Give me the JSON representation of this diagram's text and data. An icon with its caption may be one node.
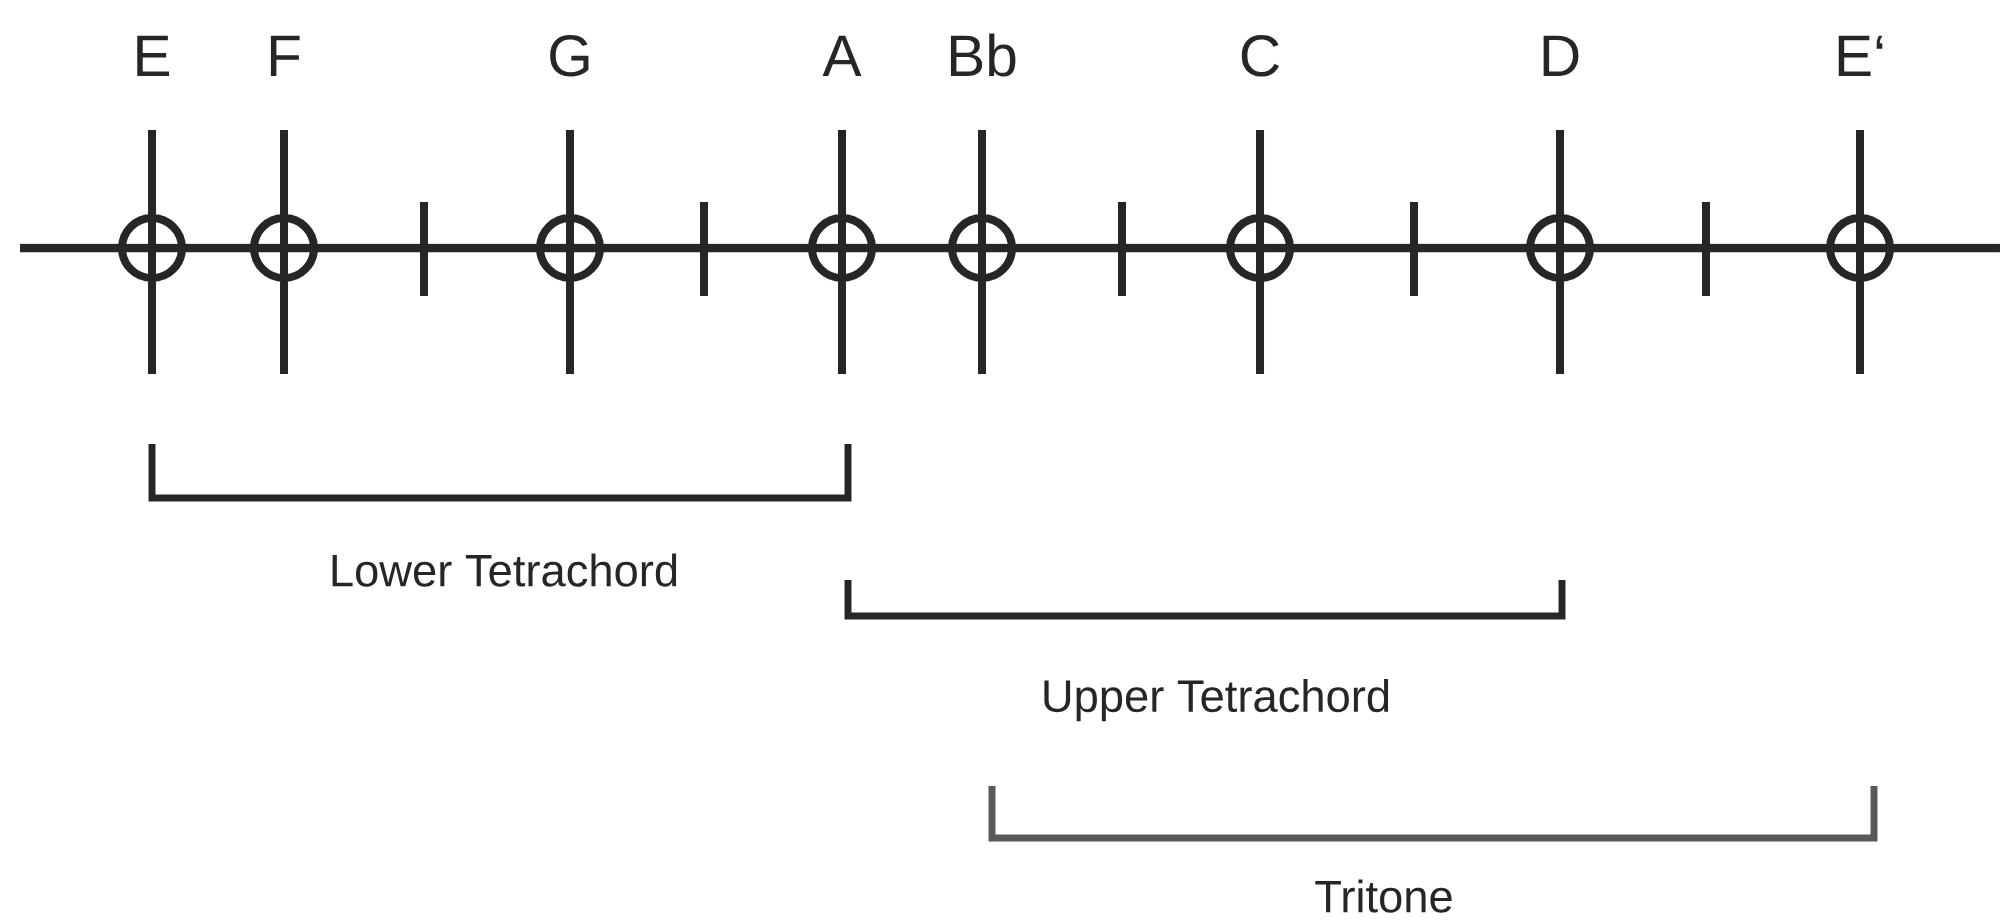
{
  "diagram": {
    "labels": [
      "E",
      "F",
      "G",
      "A",
      "Bb",
      "C",
      "D",
      "E‘",
      "Lower Tetrachord",
      "Upper Tetrachord",
      "Tritone"
    ]
  }
}
